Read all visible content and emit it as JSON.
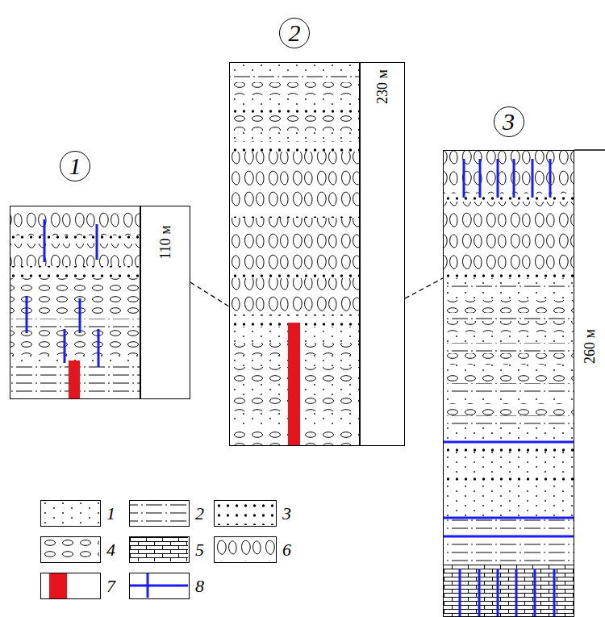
{
  "diagram": {
    "nodes": [
      {
        "text": [
          "1"
        ]
      },
      {
        "text": [
          "110 м"
        ]
      },
      {
        "text": [
          "2"
        ]
      },
      {
        "text": [
          "230 м"
        ]
      },
      {
        "text": [
          "3"
        ]
      },
      {
        "text": [
          "260 м"
        ]
      }
    ],
    "edges": [
      {
        "from": 1,
        "to": 2,
        "arrow": "none"
      },
      {
        "from": 3,
        "to": 4,
        "arrow": "none"
      }
    ],
    "legend": [
      {
        "text": "1"
      },
      {
        "text": "2"
      },
      {
        "text": "3"
      },
      {
        "text": "4"
      },
      {
        "text": "5"
      },
      {
        "text": "6"
      },
      {
        "text": "7",
        "color": "#e8141b"
      },
      {
        "text": "8"
      }
    ]
  }
}
